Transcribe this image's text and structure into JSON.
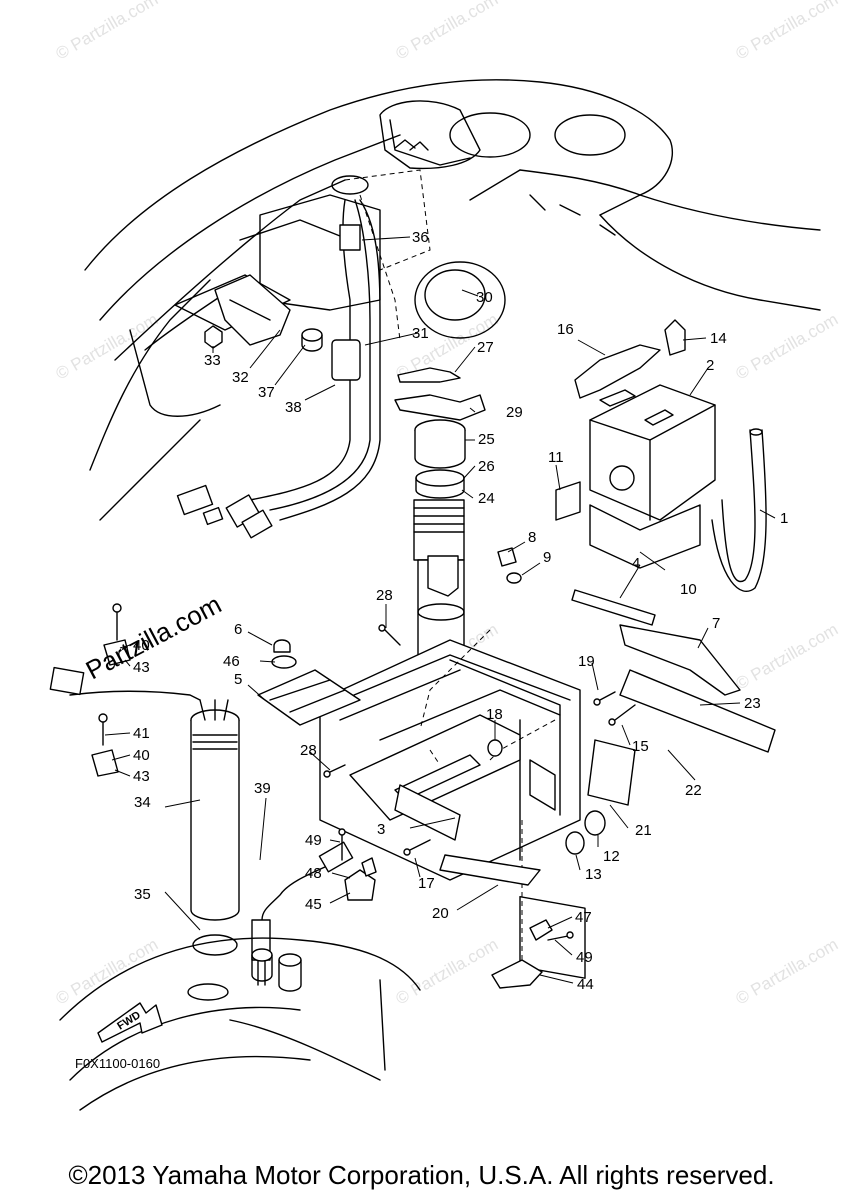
{
  "diagram": {
    "code": "F0X1100-0160",
    "direction_label": "FWD",
    "brand_overlay": "Partzilla.com",
    "watermark": "© Partzilla.com",
    "copyright": "©2013 Yamaha Motor Corporation, U.S.A. All rights reserved."
  },
  "callouts": [
    {
      "num": "1"
    },
    {
      "num": "2"
    },
    {
      "num": "3"
    },
    {
      "num": "4"
    },
    {
      "num": "5"
    },
    {
      "num": "6"
    },
    {
      "num": "7"
    },
    {
      "num": "8"
    },
    {
      "num": "9"
    },
    {
      "num": "10"
    },
    {
      "num": "11"
    },
    {
      "num": "12"
    },
    {
      "num": "13"
    },
    {
      "num": "14"
    },
    {
      "num": "15"
    },
    {
      "num": "16"
    },
    {
      "num": "17"
    },
    {
      "num": "18"
    },
    {
      "num": "19"
    },
    {
      "num": "20"
    },
    {
      "num": "21"
    },
    {
      "num": "22"
    },
    {
      "num": "23"
    },
    {
      "num": "24"
    },
    {
      "num": "25"
    },
    {
      "num": "26"
    },
    {
      "num": "27"
    },
    {
      "num": "28"
    },
    {
      "num": "28"
    },
    {
      "num": "29"
    },
    {
      "num": "30"
    },
    {
      "num": "31"
    },
    {
      "num": "32"
    },
    {
      "num": "33"
    },
    {
      "num": "34"
    },
    {
      "num": "35"
    },
    {
      "num": "36"
    },
    {
      "num": "37"
    },
    {
      "num": "38"
    },
    {
      "num": "39"
    },
    {
      "num": "40"
    },
    {
      "num": "40"
    },
    {
      "num": "41"
    },
    {
      "num": "43"
    },
    {
      "num": "43"
    },
    {
      "num": "44"
    },
    {
      "num": "45"
    },
    {
      "num": "46"
    },
    {
      "num": "47"
    },
    {
      "num": "48"
    },
    {
      "num": "49"
    },
    {
      "num": "49"
    }
  ]
}
